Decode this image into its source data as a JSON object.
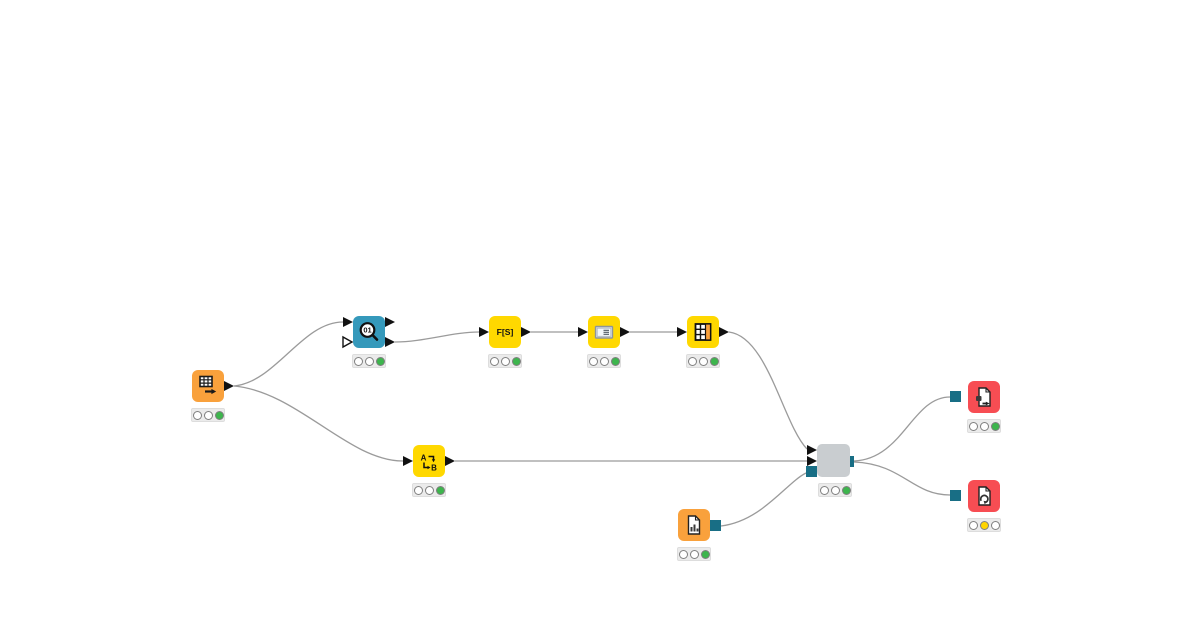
{
  "workflow": {
    "background": "#ffffff",
    "wire_color": "#9b9b9b",
    "palette": {
      "source_orange": "#f9a13c",
      "manipulator_yellow": "#ffd800",
      "visualizer_teal": "#3599bb",
      "sink_red": "#f74d53",
      "component_gray": "#c9cdd0",
      "special_port_teal": "#186e85",
      "data_port_black": "#111111",
      "status_off": "#ffffff",
      "status_green": "#3db54d",
      "status_yellow": "#ffd500"
    },
    "nodes": [
      {
        "id": "table-creator",
        "category": "source",
        "icon": "table-with-arrow-icon",
        "status": [
          "off",
          "off",
          "green"
        ],
        "ports": {
          "in": [],
          "out": [
            "data"
          ]
        }
      },
      {
        "id": "value-inspector",
        "category": "visualizer",
        "icon": "magnifier-01-icon",
        "glyph": "01",
        "status": [
          "off",
          "off",
          "green"
        ],
        "ports": {
          "in": [
            "data",
            "optional-data"
          ],
          "out": [
            "data",
            "data"
          ]
        }
      },
      {
        "id": "string-manipulation",
        "category": "manipulator",
        "icon": "string-function-icon",
        "glyph": "F[S]",
        "status": [
          "off",
          "off",
          "green"
        ],
        "ports": {
          "in": [
            "data"
          ],
          "out": [
            "data"
          ]
        }
      },
      {
        "id": "text-card",
        "category": "manipulator",
        "icon": "list-card-icon",
        "status": [
          "off",
          "off",
          "green"
        ],
        "ports": {
          "in": [
            "data"
          ],
          "out": [
            "data"
          ]
        }
      },
      {
        "id": "column-table",
        "category": "manipulator",
        "icon": "table-orange-column-icon",
        "status": [
          "off",
          "off",
          "green"
        ],
        "ports": {
          "in": [
            "data"
          ],
          "out": [
            "data"
          ]
        }
      },
      {
        "id": "column-rename",
        "category": "manipulator",
        "icon": "a-to-b-icon",
        "glyph_a": "A",
        "glyph_b": "B",
        "status": [
          "off",
          "off",
          "green"
        ],
        "ports": {
          "in": [
            "data"
          ],
          "out": [
            "data"
          ]
        }
      },
      {
        "id": "file-reader",
        "category": "source",
        "icon": "document-chart-icon",
        "status": [
          "off",
          "off",
          "green"
        ],
        "ports": {
          "in": [],
          "out": [
            "special"
          ]
        }
      },
      {
        "id": "component",
        "category": "component",
        "icon": "none",
        "status": [
          "off",
          "off",
          "green"
        ],
        "ports": {
          "in": [
            "data",
            "data",
            "special"
          ],
          "out": [
            "special"
          ]
        }
      },
      {
        "id": "file-writer-top",
        "category": "sink",
        "icon": "document-write-icon",
        "status": [
          "off",
          "off",
          "green"
        ],
        "ports": {
          "in": [
            "special"
          ],
          "out": []
        }
      },
      {
        "id": "file-writer-bottom",
        "category": "sink",
        "icon": "document-refresh-icon",
        "status": [
          "off",
          "yellow",
          "off"
        ],
        "ports": {
          "in": [
            "special"
          ],
          "out": []
        }
      }
    ]
  }
}
